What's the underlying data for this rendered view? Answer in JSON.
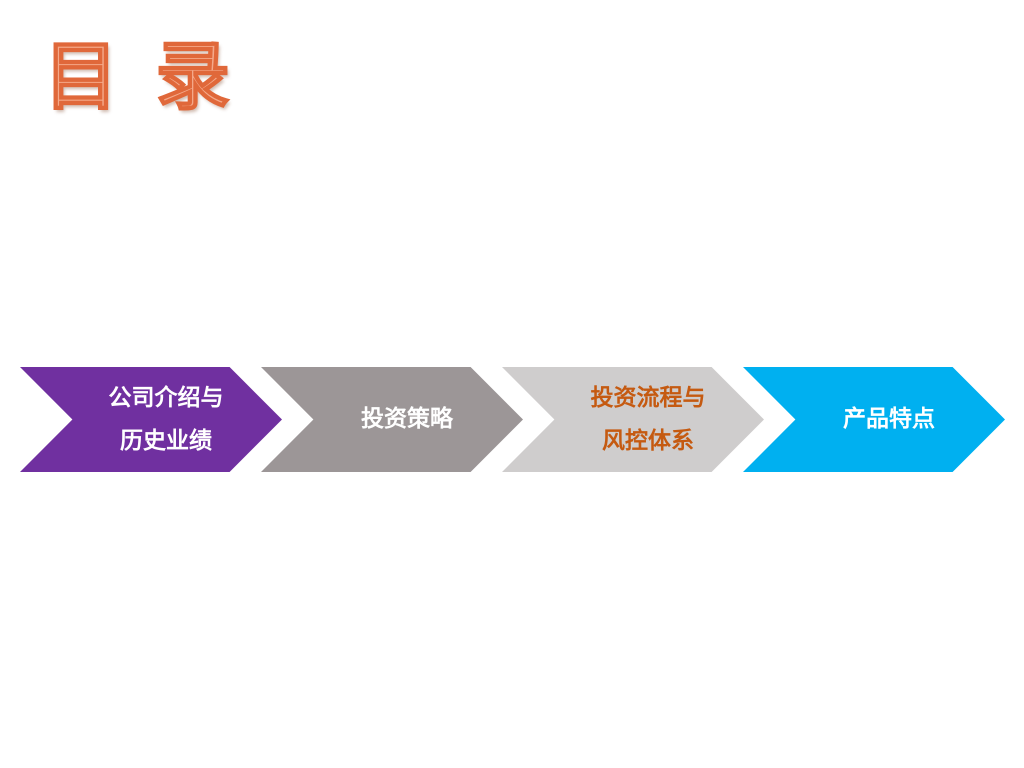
{
  "title": "目 录",
  "steps": [
    {
      "label": "公司介绍与\n历史业绩",
      "bg": "#7030a0",
      "fg": "#ffffff"
    },
    {
      "label": "投资策略",
      "bg": "#9c9697",
      "fg": "#ffffff"
    },
    {
      "label": "投资流程与\n风控体系",
      "bg": "#cfcdcd",
      "fg": "#c55a11"
    },
    {
      "label": "产品特点",
      "bg": "#00b0f0",
      "fg": "#ffffff"
    }
  ]
}
